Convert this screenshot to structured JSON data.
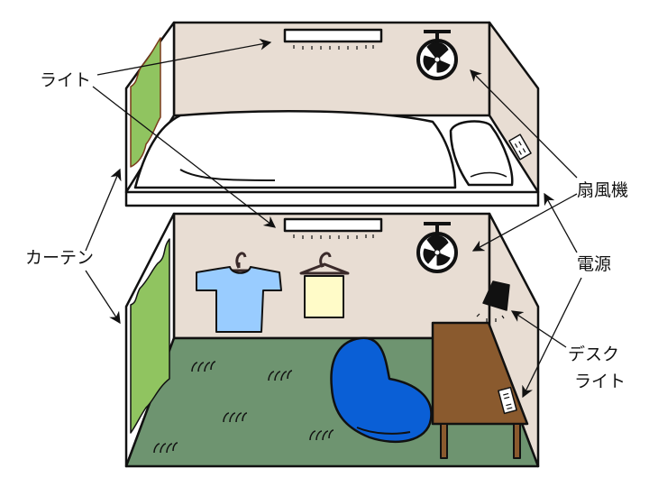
{
  "labels": {
    "light": "ライト",
    "curtain": "カーテン",
    "fan": "扇風機",
    "power": "電源",
    "desk_light_line1": "デスク",
    "desk_light_line2": "ライト"
  },
  "colors": {
    "wall": "#e8ddd3",
    "floor": "#6e9470",
    "curtain": "#90c460",
    "shirt": "#99ccff",
    "towel": "#fffbc8",
    "chair": "#0a5fd6",
    "desk": "#8a5a2e",
    "ink": "#111111"
  }
}
